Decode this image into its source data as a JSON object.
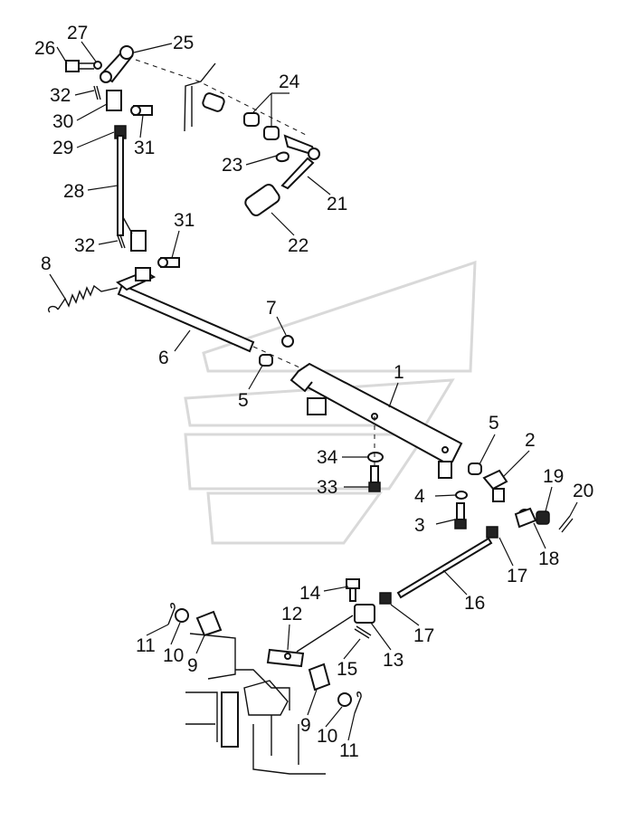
{
  "diagram": {
    "callouts": [
      "1",
      "2",
      "3",
      "4",
      "5",
      "5",
      "6",
      "7",
      "8",
      "9",
      "9",
      "10",
      "10",
      "11",
      "11",
      "12",
      "13",
      "14",
      "15",
      "16",
      "17",
      "17",
      "18",
      "19",
      "20",
      "21",
      "22",
      "23",
      "24",
      "25",
      "26",
      "27",
      "28",
      "29",
      "30",
      "31",
      "31",
      "32",
      "32",
      "33",
      "34"
    ]
  }
}
